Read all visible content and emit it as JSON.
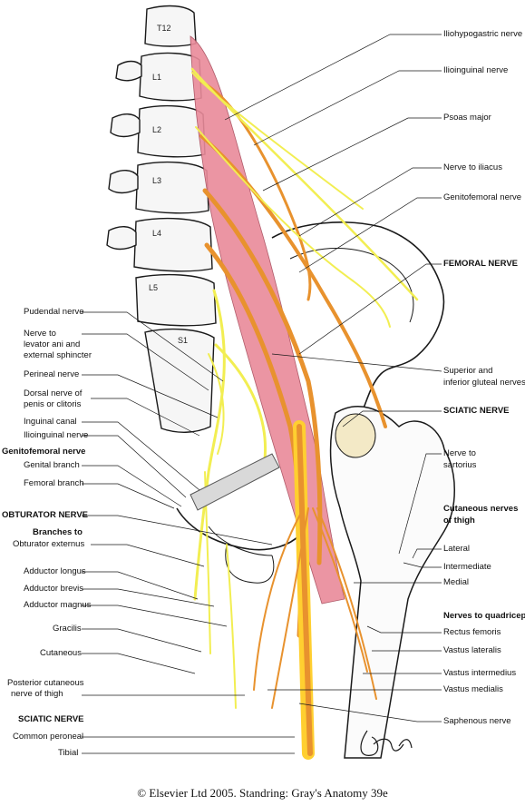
{
  "vertebra_labels": [
    "T12",
    "L1",
    "L2",
    "L3",
    "L4",
    "L5",
    "S1"
  ],
  "right_labels": [
    {
      "text": "Iliohypogastric nerve",
      "bold": false
    },
    {
      "text": "Ilioinguinal nerve",
      "bold": false
    },
    {
      "text": "Psoas major",
      "bold": false
    },
    {
      "text": "Nerve to iliacus",
      "bold": false
    },
    {
      "text": "Genitofemoral nerve",
      "bold": false
    },
    {
      "text": "FEMORAL NERVE",
      "bold": true
    },
    {
      "text": "Superior and",
      "bold": false
    },
    {
      "text": "inferior gluteal nerves",
      "bold": false
    },
    {
      "text": "SCIATIC NERVE",
      "bold": true
    },
    {
      "text": "Nerve to",
      "bold": false
    },
    {
      "text": "sartorius",
      "bold": false
    },
    {
      "text": "Cutaneous nerves",
      "bold": true
    },
    {
      "text": "of thigh",
      "bold": true
    },
    {
      "text": "Lateral",
      "bold": false
    },
    {
      "text": "Intermediate",
      "bold": false
    },
    {
      "text": "Medial",
      "bold": false
    },
    {
      "text": "Nerves to quadriceps",
      "bold": true
    },
    {
      "text": "Rectus femoris",
      "bold": false
    },
    {
      "text": "Vastus lateralis",
      "bold": false
    },
    {
      "text": "Vastus intermedius",
      "bold": false
    },
    {
      "text": "Vastus medialis",
      "bold": false
    },
    {
      "text": "Saphenous nerve",
      "bold": false
    }
  ],
  "left_labels": [
    {
      "text": "Pudendal nerve",
      "bold": false
    },
    {
      "text": "Nerve to",
      "bold": false
    },
    {
      "text": "levator ani and",
      "bold": false
    },
    {
      "text": "external sphincter",
      "bold": false
    },
    {
      "text": "Perineal nerve",
      "bold": false
    },
    {
      "text": "Dorsal nerve of",
      "bold": false
    },
    {
      "text": "penis or clitoris",
      "bold": false
    },
    {
      "text": "Inguinal canal",
      "bold": false
    },
    {
      "text": "Ilioinguinal nerve",
      "bold": false
    },
    {
      "text": "Genitofemoral nerve",
      "bold": true
    },
    {
      "text": "Genital branch",
      "bold": false
    },
    {
      "text": "Femoral branch",
      "bold": false
    },
    {
      "text": "OBTURATOR NERVE",
      "bold": true
    },
    {
      "text": "Branches to",
      "bold": true
    },
    {
      "text": "Obturator externus",
      "bold": false
    },
    {
      "text": "Adductor longus",
      "bold": false
    },
    {
      "text": "Adductor brevis",
      "bold": false
    },
    {
      "text": "Adductor magnus",
      "bold": false
    },
    {
      "text": "Gracilis",
      "bold": false
    },
    {
      "text": "Cutaneous",
      "bold": false
    },
    {
      "text": "Posterior cutaneous",
      "bold": false
    },
    {
      "text": "nerve of thigh",
      "bold": false
    },
    {
      "text": "SCIATIC NERVE",
      "bold": true
    },
    {
      "text": "Common peroneal",
      "bold": false
    },
    {
      "text": "Tibial",
      "bold": false
    }
  ],
  "credit": "© Elsevier Ltd 2005. Standring: Gray's Anatomy 39e",
  "colors": {
    "nerve_yellow": "#f2ee52",
    "nerve_orange": "#e8922e",
    "muscle_pink": "#e98a9a",
    "bone_fill": "#f6f6f6",
    "ink": "#1a1a1a"
  }
}
